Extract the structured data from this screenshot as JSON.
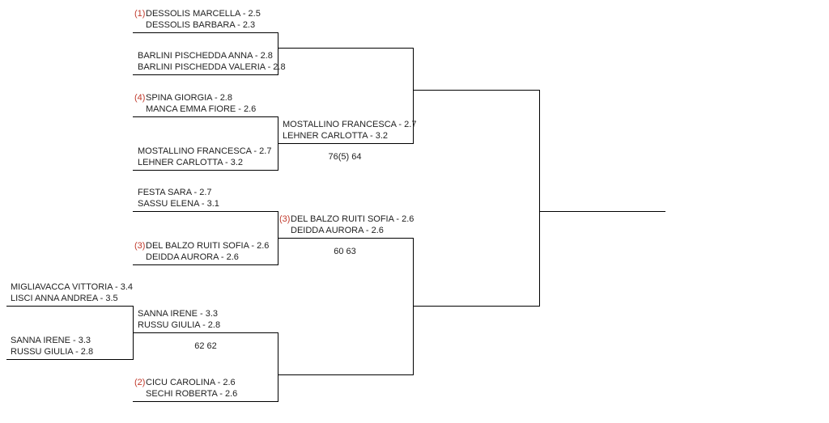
{
  "colors": {
    "line": "#000000",
    "seed": "#c0392b",
    "text": "#222222"
  },
  "round1": [
    {
      "seed": "",
      "p1": "MIGLIAVACCA VITTORIA - 3.4",
      "p2": "LISCI ANNA ANDREA - 3.5"
    },
    {
      "seed": "",
      "p1": "SANNA IRENE - 3.3",
      "p2": "RUSSU GIULIA - 2.8"
    }
  ],
  "round2": [
    {
      "seed": "(1)",
      "p1": "DESSOLIS MARCELLA - 2.5",
      "p2": "DESSOLIS BARBARA - 2.3"
    },
    {
      "seed": "",
      "p1": "BARLINI PISCHEDDA ANNA - 2.8",
      "p2": "BARLINI PISCHEDDA VALERIA - 2.8"
    },
    {
      "seed": "(4)",
      "p1": "SPINA GIORGIA - 2.8",
      "p2": "MANCA EMMA FIORE - 2.6"
    },
    {
      "seed": "",
      "p1": "MOSTALLINO FRANCESCA - 2.7",
      "p2": "LEHNER CARLOTTA - 3.2"
    },
    {
      "seed": "",
      "p1": "FESTA SARA - 2.7",
      "p2": "SASSU ELENA - 3.1"
    },
    {
      "seed": "(3)",
      "p1": "DEL BALZO RUITI SOFIA - 2.6",
      "p2": "DEIDDA AURORA - 2.6"
    },
    {
      "seed": "",
      "p1": "SANNA IRENE - 3.3",
      "p2": "RUSSU GIULIA - 2.8",
      "score": "62 62"
    },
    {
      "seed": "(2)",
      "p1": "CICU CAROLINA - 2.6",
      "p2": "SECHI ROBERTA - 2.6"
    }
  ],
  "round3": [
    {
      "seed": "",
      "p1": "MOSTALLINO FRANCESCA - 2.7",
      "p2": "LEHNER CARLOTTA - 3.2",
      "score": "76(5) 64"
    },
    {
      "seed": "(3)",
      "p1": "DEL BALZO RUITI SOFIA - 2.6",
      "p2": "DEIDDA AURORA - 2.6",
      "score": "60 63"
    }
  ]
}
